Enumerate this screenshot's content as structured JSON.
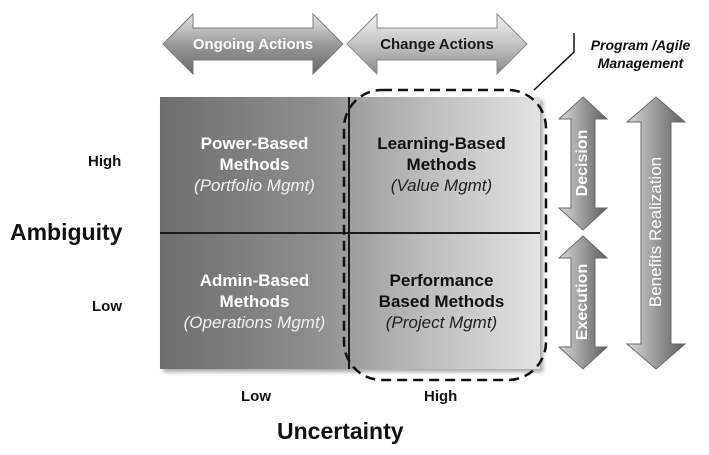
{
  "top_arrows": {
    "ongoing": "Ongoing Actions",
    "change": "Change Actions"
  },
  "callout": {
    "line1": "Program /Agile",
    "line2": "Management"
  },
  "quadrants": {
    "top_left": {
      "title1": "Power-Based",
      "title2": "Methods",
      "subtitle": "(Portfolio Mgmt)"
    },
    "top_right": {
      "title1": "Learning-Based",
      "title2": "Methods",
      "subtitle": "(Value Mgmt)"
    },
    "bottom_left": {
      "title1": "Admin-Based",
      "title2": "Methods",
      "subtitle": "(Operations Mgmt)"
    },
    "bottom_right": {
      "title1": "Performance",
      "title2": "Based Methods",
      "subtitle": "(Project Mgmt)"
    }
  },
  "y_axis": {
    "label": "Ambiguity",
    "high": "High",
    "low": "Low"
  },
  "x_axis": {
    "label": "Uncertainty",
    "low": "Low",
    "high": "High"
  },
  "side_arrows": {
    "decision": "Decision",
    "execution": "Execution",
    "benefits": "Benefits Realization"
  }
}
